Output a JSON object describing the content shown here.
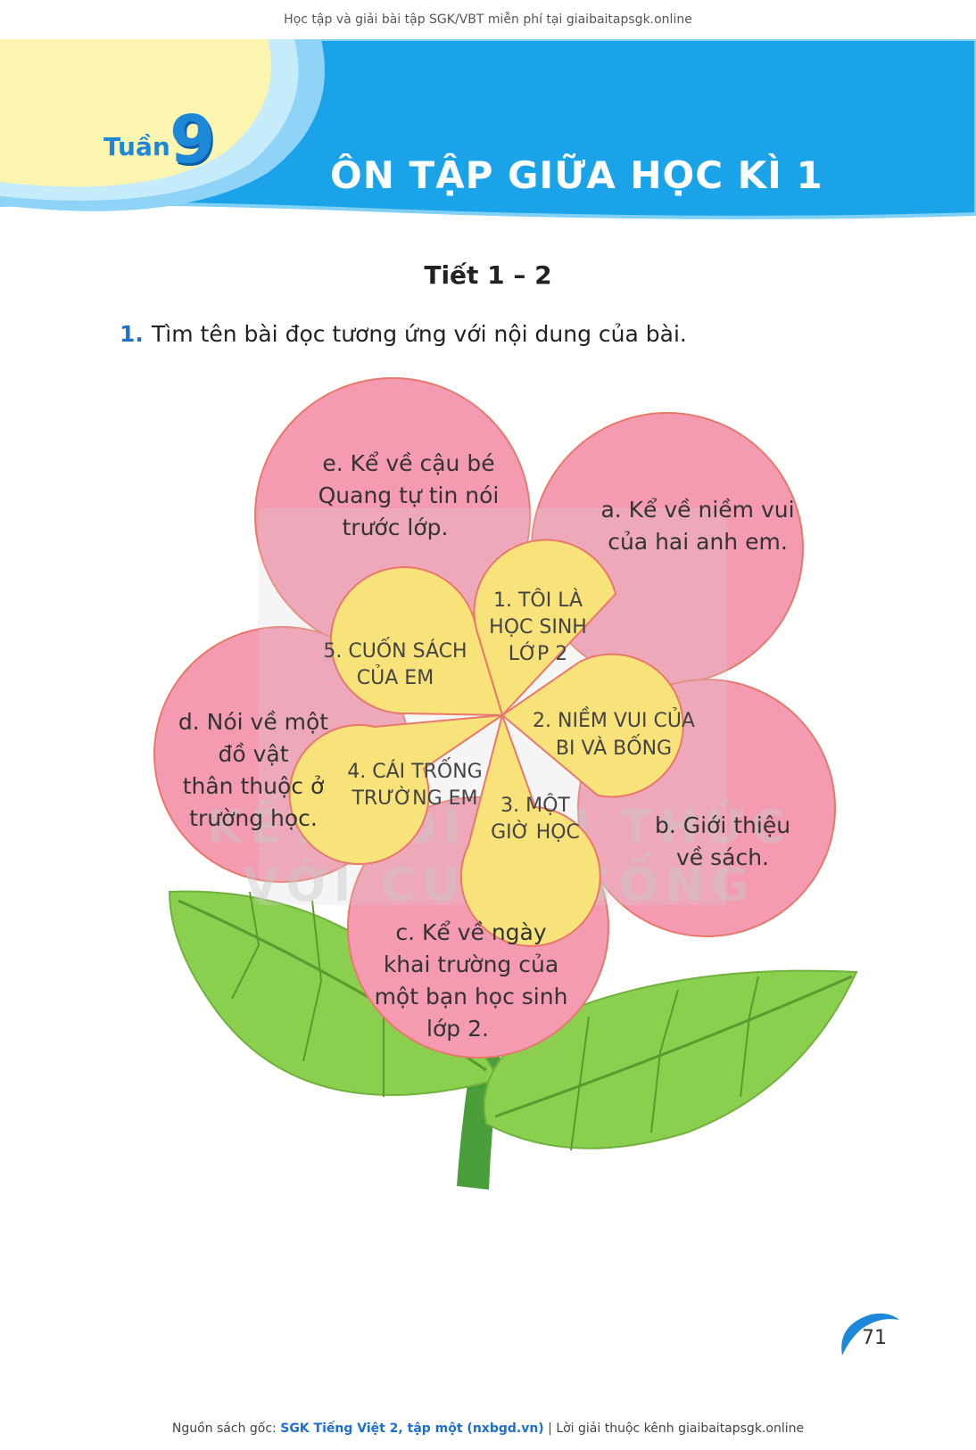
{
  "header": {
    "top_note": "Học tập và giải bài tập SGK/VBT miễn phí tại giaibaitapsgk.online",
    "week_word": "Tuần",
    "week_number": "9",
    "chapter_title": "ÔN TẬP GIỮA HỌC KÌ 1"
  },
  "lesson": {
    "title": "Tiết 1 – 2",
    "question_number": "1.",
    "question_text": "Tìm tên bài đọc tương ứng với nội dung của bài."
  },
  "flower": {
    "outer_petals": [
      {
        "id": "e",
        "lines": [
          "e. Kể về cậu bé",
          "Quang tự tin nói",
          "trước lớp."
        ]
      },
      {
        "id": "a",
        "lines": [
          "a. Kể về niềm vui",
          "của hai anh em."
        ]
      },
      {
        "id": "d",
        "lines": [
          "d. Nói về một",
          "đồ vật",
          "thân thuộc ở",
          "trường học."
        ]
      },
      {
        "id": "b",
        "lines": [
          "b. Giới thiệu",
          "về sách."
        ]
      },
      {
        "id": "c",
        "lines": [
          "c. Kể về ngày",
          "khai trường của",
          "một bạn học sinh",
          "lớp 2."
        ]
      }
    ],
    "inner_petals": [
      {
        "id": "1",
        "lines": [
          "1. TÔI LÀ",
          "HỌC SINH",
          "LỚP 2"
        ]
      },
      {
        "id": "2",
        "lines": [
          "2. NIỀM VUI CỦA",
          "BI VÀ BỐNG"
        ]
      },
      {
        "id": "3",
        "lines": [
          "3. MỘT",
          "GIỜ HỌC"
        ]
      },
      {
        "id": "4",
        "lines": [
          "4. CÁI TRỐNG",
          "TRƯỜNG EM"
        ]
      },
      {
        "id": "5",
        "lines": [
          "5. CUỐN SÁCH",
          "CỦA EM"
        ]
      }
    ]
  },
  "watermark": {
    "line1": "KẾT NỐI TRI THỨC",
    "line2": "VỚI CUỘC SỐNG"
  },
  "colors": {
    "banner_blue": "#1aa3e8",
    "sun_yellow": "#fbf5b0",
    "petal_pink": "#f49ab1",
    "petal_border": "#e8796a",
    "inner_yellow": "#f8e27a",
    "leaf_green": "#8bcf4f",
    "stem_green": "#4a9e3a"
  },
  "page_number": "71",
  "footer": {
    "prefix": "Nguồn sách gốc: ",
    "source": "SGK Tiếng Việt 2, tập một (nxbgd.vn)",
    "suffix": " | Lời giải thuộc kênh giaibaitapsgk.online"
  }
}
